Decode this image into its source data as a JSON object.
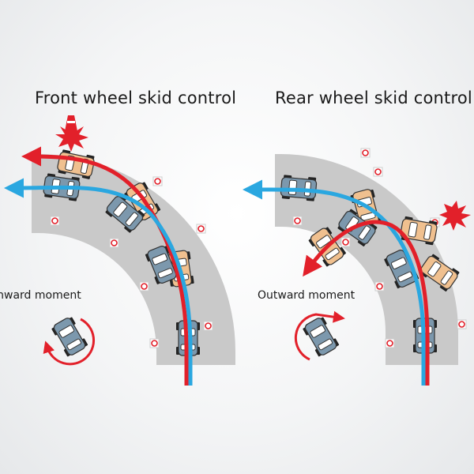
{
  "panels": {
    "front": {
      "title": "Front wheel skid control",
      "moment_label": "Inward moment"
    },
    "rear": {
      "title": "Rear wheel skid control",
      "moment_label": "Outward moment"
    }
  },
  "colors": {
    "road": "#c9c9c9",
    "skid_path": "#e2202a",
    "controlled_path": "#2aa7e0",
    "skidding_car": "#f0c08f",
    "controlled_car": "#7c98ad",
    "cone": "#e2202a",
    "background": "#f4f5f6"
  },
  "icons": [
    "traffic-cone-icon",
    "collision-burst-icon",
    "road-marker-icon",
    "rotation-arrow-icon"
  ]
}
